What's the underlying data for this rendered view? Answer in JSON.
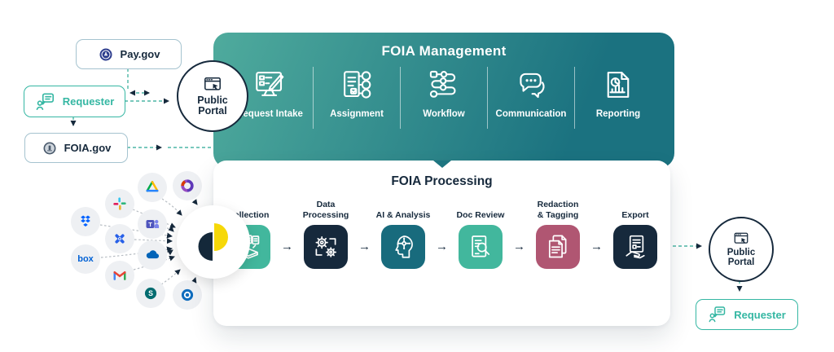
{
  "colors": {
    "teal_light": "#4fab9d",
    "teal_dark": "#1b7280",
    "notch_teal": "#1d7580",
    "navy": "#16293c",
    "accent_teal": "#35b7a3",
    "box_border": "#a5c3cf",
    "line_gray": "#b7bdc3",
    "icon_bg": "#eef0f3",
    "logo_yellow": "#f6d808",
    "logo_navy": "#14283a"
  },
  "left": {
    "paygov_label": "Pay.gov",
    "requester_label": "Requester",
    "foiagov_label": "FOIA.gov",
    "portal_label": "Public Portal"
  },
  "sources": {
    "items": [
      {
        "name": "google-drive"
      },
      {
        "name": "microsoft-365"
      },
      {
        "name": "slack"
      },
      {
        "name": "dropbox"
      },
      {
        "name": "microsoft-teams"
      },
      {
        "name": "jive"
      },
      {
        "name": "box",
        "label": "box",
        "color": "#0061D5"
      },
      {
        "name": "onedrive",
        "color": "#0364B8"
      },
      {
        "name": "gmail"
      },
      {
        "name": "sharepoint",
        "color": "#036C70"
      },
      {
        "name": "outlook",
        "color": "#0F6CBD"
      }
    ]
  },
  "management": {
    "title": "FOIA Management",
    "modules": [
      {
        "label": "Request Intake",
        "icon": "request-intake-icon"
      },
      {
        "label": "Assignment",
        "icon": "assignment-icon"
      },
      {
        "label": "Workflow",
        "icon": "workflow-icon"
      },
      {
        "label": "Communication",
        "icon": "communication-icon"
      },
      {
        "label": "Reporting",
        "icon": "reporting-icon"
      }
    ]
  },
  "processing": {
    "title": "FOIA Processing",
    "arrow_glyph": "→",
    "steps": [
      {
        "label": "Collection",
        "icon": "collection-icon",
        "color": "#42b79d"
      },
      {
        "label": "Data\nProcessing",
        "icon": "data-processing-icon",
        "color": "#16293c"
      },
      {
        "label": "AI & Analysis",
        "icon": "ai-analysis-icon",
        "color": "#186b7d"
      },
      {
        "label": "Doc Review",
        "icon": "doc-review-icon",
        "color": "#42b79d"
      },
      {
        "label": "Redaction\n& Tagging",
        "icon": "redaction-tagging-icon",
        "color": "#b05672"
      },
      {
        "label": "Export",
        "icon": "export-icon",
        "color": "#16293c"
      }
    ]
  },
  "right": {
    "portal_label": "Public Portal",
    "requester_label": "Requester"
  }
}
